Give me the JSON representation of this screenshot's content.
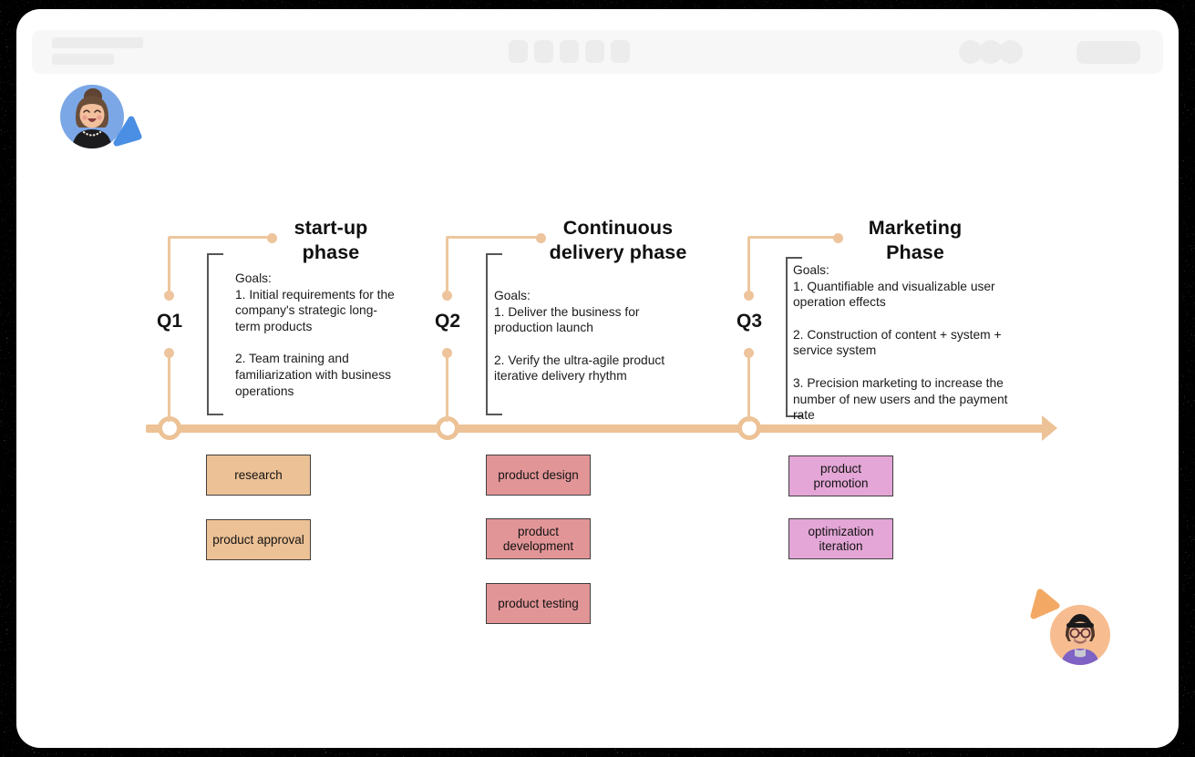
{
  "board": {
    "timeline": {
      "color": "#ecc296",
      "quarters": [
        "Q1",
        "Q2",
        "Q3"
      ]
    },
    "phases": [
      {
        "quarter": "Q1",
        "title_line1": "start-up",
        "title_line2": "phase",
        "goals_heading": "Goals:",
        "goal1": "1. Initial requirements for the company's strategic long-term products",
        "goal2": "2. Team training and familiarization with business operations",
        "goal3": "",
        "task_fill": "#ecc195",
        "tasks": [
          "research",
          "product approval"
        ]
      },
      {
        "quarter": "Q2",
        "title_line1": "Continuous",
        "title_line2": "delivery phase",
        "goals_heading": "Goals:",
        "goal1": "1. Deliver the business for production launch",
        "goal2": "2. Verify the ultra-agile product iterative delivery rhythm",
        "goal3": "",
        "task_fill": "#e29597",
        "tasks": [
          "product design",
          "product development",
          "product testing"
        ]
      },
      {
        "quarter": "Q3",
        "title_line1": "Marketing",
        "title_line2": "Phase",
        "goals_heading": "Goals:",
        "goal1": "1. Quantifiable and visualizable user operation effects",
        "goal2": "2. Construction of content + system + service system",
        "goal3": "3. Precision marketing to increase the number of new users and the payment rate",
        "task_fill": "#e3a6d6",
        "tasks": [
          "product promotion",
          "optimization iteration"
        ]
      }
    ]
  },
  "collaborators": {
    "top_left": {
      "cursor_color": "#4a8fe3",
      "avatar_bg": "#7ba7e6"
    },
    "bottom_right": {
      "cursor_color": "#f3a964",
      "avatar_bg": "#f7bd90"
    }
  },
  "chrome": {
    "toolbar_bg": "#f7f7f8",
    "placeholder_color": "#ececec",
    "menu_button_count": 5,
    "avatar_stack_count": 3
  }
}
